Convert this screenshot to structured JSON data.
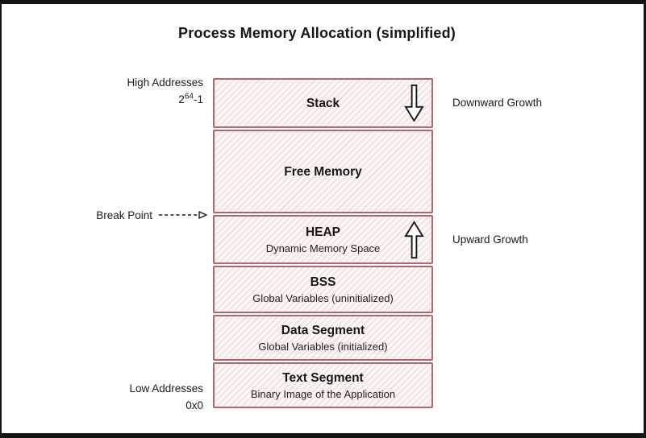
{
  "title": "Process Memory Allocation (simplified)",
  "left_labels": {
    "high_addresses": "High Addresses",
    "high_value_base": "2",
    "high_value_exp": "64",
    "high_value_suffix": "-1",
    "break_point": "Break Point",
    "break_point_icon": "dashed-right-arrow-icon",
    "low_addresses": "Low Addresses",
    "low_value": "0x0"
  },
  "right_labels": {
    "downward": "Downward Growth",
    "upward": "Upward Growth"
  },
  "segments": [
    {
      "label": "Stack",
      "icon": "down-block-arrow-icon"
    },
    {
      "label": "Free Memory"
    },
    {
      "label": "HEAP",
      "sublabel": "Dynamic Memory Space",
      "icon": "up-block-arrow-icon"
    },
    {
      "label": "BSS",
      "sublabel": "Global Variables (uninitialized)"
    },
    {
      "label": "Data Segment",
      "sublabel": "Global Variables (initialized)"
    },
    {
      "label": "Text Segment",
      "sublabel": "Binary Image of the Application"
    }
  ],
  "colors": {
    "box_border": "#b2676e",
    "box_bg": "#fcf7f6",
    "hatch": "#f0dedd",
    "frame": "#141414",
    "text": "#161616"
  }
}
